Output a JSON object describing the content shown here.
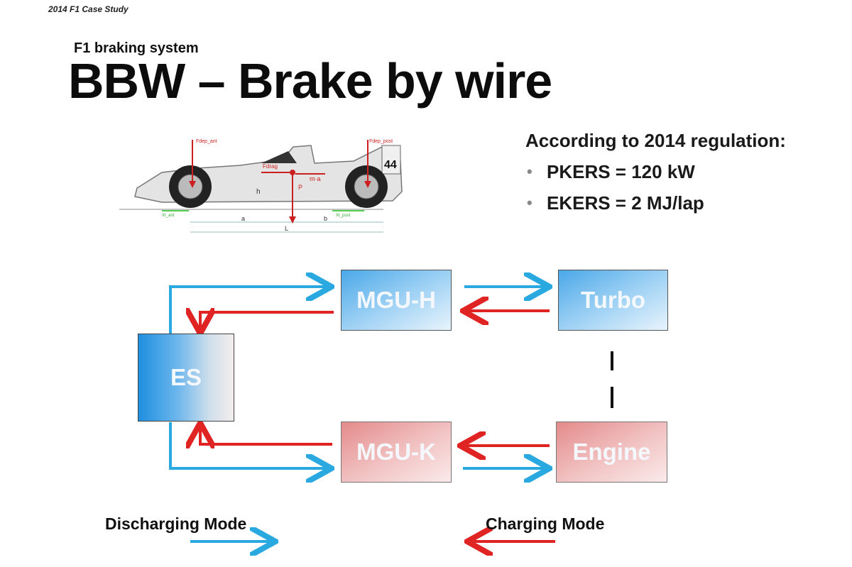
{
  "header_note": "2014 F1 Case Study",
  "subtitle": "F1 braking system",
  "title": "BBW – Brake by wire",
  "regulation": {
    "intro": "According to 2014 regulation:",
    "items": [
      "PKERS = 120 kW",
      "EKERS = 2 MJ/lap"
    ]
  },
  "car_figure": {
    "car_number": "44",
    "labels": {
      "f_dep_ant": "Fdep_ant",
      "f_dep_post": "Fdep_post",
      "f_drag": "Fdrag",
      "m_a": "m·a",
      "p": "P",
      "h": "h",
      "a": "a",
      "b": "b",
      "l": "L",
      "x_ant": "Xt_ant",
      "x_post": "Xt_post"
    }
  },
  "nodes": {
    "mgu_h": "MGU-H",
    "turbo": "Turbo",
    "es": "ES",
    "mgu_k": "MGU-K",
    "engine": "Engine"
  },
  "legend": {
    "discharging": "Discharging Mode",
    "charging": "Charging Mode",
    "discharging_color": "#2aa8e0",
    "charging_color": "#e02424"
  },
  "colors": {
    "flow_blue": "#2aa8e0",
    "flow_red": "#e02424",
    "force_red": "#cc1f1f"
  }
}
